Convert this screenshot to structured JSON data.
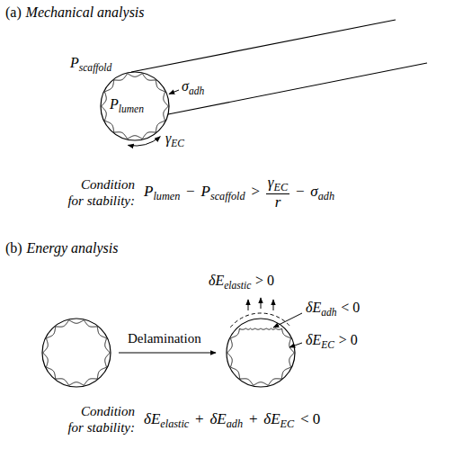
{
  "diagram": {
    "labels": [
      "(a)",
      "Mechanical analysis",
      "P",
      "scaffold",
      "σ",
      "adh",
      "P",
      "lumen",
      "γ",
      "EC",
      "Condition for stability:",
      "P",
      "lumen",
      "−",
      "P",
      "scaffold",
      ">",
      "γ",
      "EC",
      "r",
      "−",
      "σ",
      "adh",
      "(b)",
      "Energy analysis",
      "δE",
      "elastic",
      "> 0",
      "Delamination",
      "δE",
      "adh",
      "< 0",
      "δE",
      "EC",
      "> 0",
      "Condition for stability:",
      "δE",
      "elastic",
      "+",
      "δE",
      "adh",
      "+",
      "δE",
      "EC",
      "< 0"
    ]
  }
}
